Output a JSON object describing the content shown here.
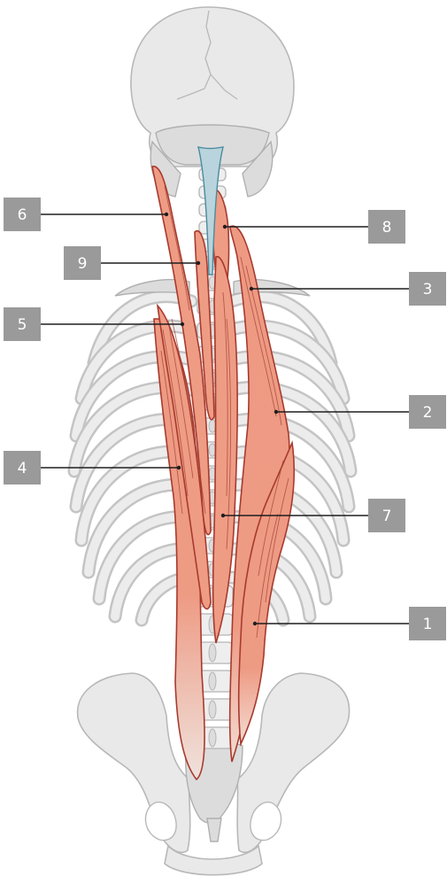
{
  "colors": {
    "muscle": "#ee9b84",
    "muscle_outline": "#a83a2e",
    "bone": "#e9e9e9",
    "bone_outline": "#b8b8b8",
    "label_box": "#9a9a9a",
    "label_text": "#ffffff",
    "leader_line": "#1e1e1e",
    "spinal_cord": "#4a8a9e"
  },
  "labels": [
    {
      "id": "1",
      "text": "1",
      "side": "right"
    },
    {
      "id": "2",
      "text": "2",
      "side": "right"
    },
    {
      "id": "3",
      "text": "3",
      "side": "right"
    },
    {
      "id": "4",
      "text": "4",
      "side": "left"
    },
    {
      "id": "5",
      "text": "5",
      "side": "left"
    },
    {
      "id": "6",
      "text": "6",
      "side": "left"
    },
    {
      "id": "7",
      "text": "7",
      "side": "right"
    },
    {
      "id": "8",
      "text": "8",
      "side": "right"
    },
    {
      "id": "9",
      "text": "9",
      "side": "left"
    }
  ]
}
